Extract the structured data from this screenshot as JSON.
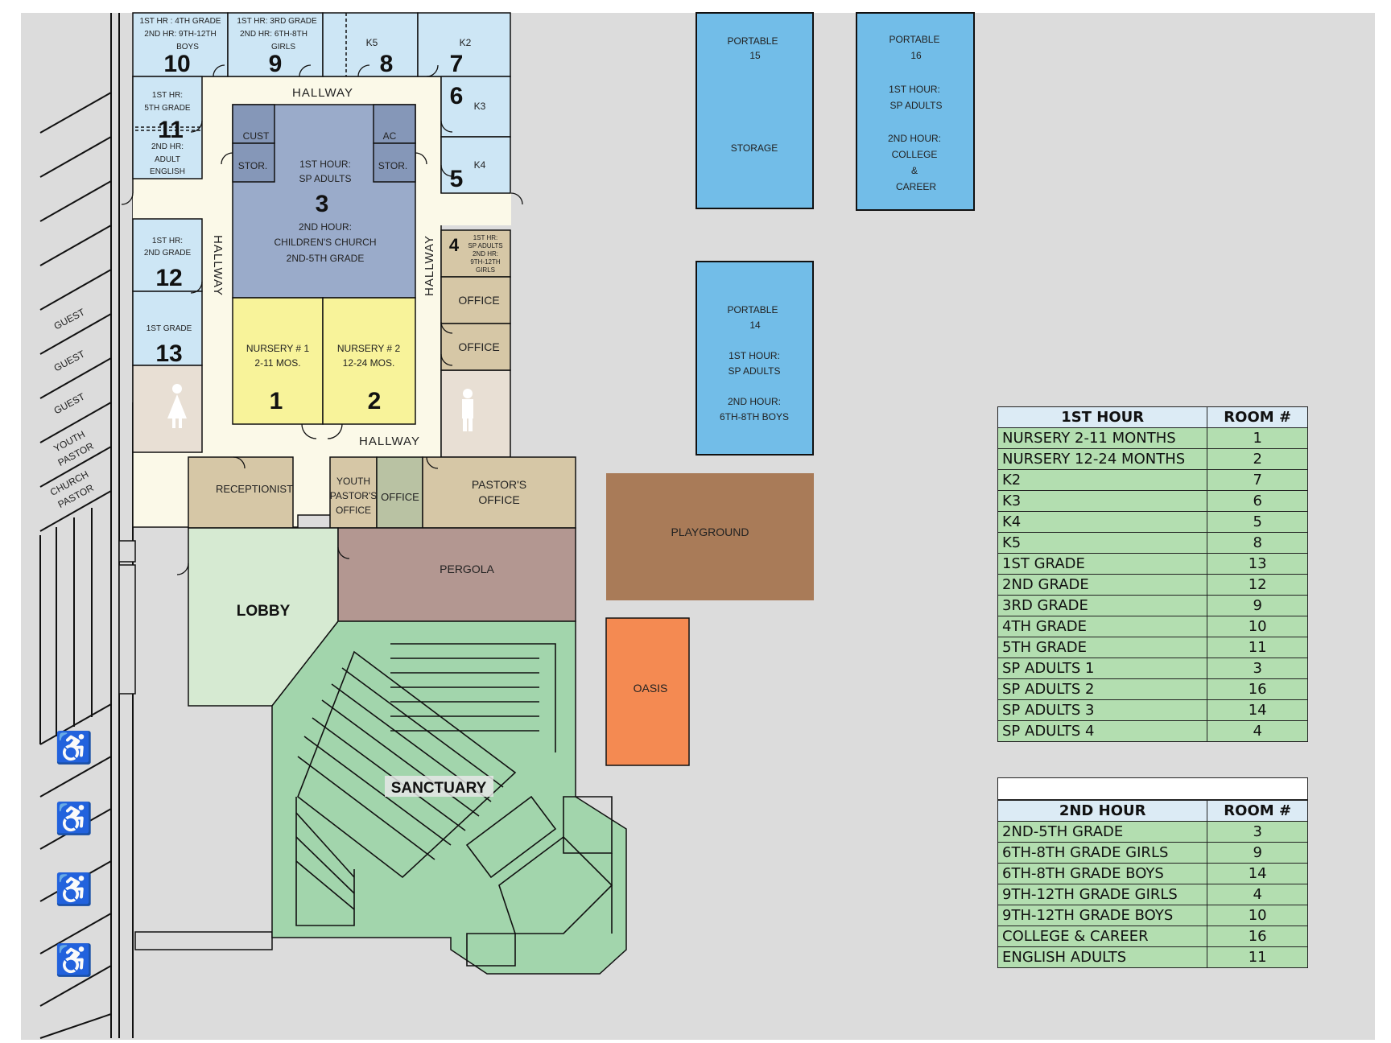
{
  "rooms": {
    "r10": {
      "l1": "1ST HR : 4TH GRADE",
      "l2": "2ND HR: 9TH-12TH",
      "l3": "BOYS",
      "num": "10"
    },
    "r9": {
      "l1": "1ST HR: 3RD GRADE",
      "l2": "2ND HR: 6TH-8TH",
      "l3": "GIRLS",
      "num": "9"
    },
    "r8": {
      "l1": "K5",
      "num": "8"
    },
    "r7": {
      "l1": "K2",
      "num": "7"
    },
    "r6": {
      "l1": "K3",
      "num": "6"
    },
    "r5": {
      "l1": "K4",
      "num": "5"
    },
    "r11": {
      "l1": "1ST HR:",
      "l2": "5TH GRADE",
      "l3": "2ND HR:",
      "l4": "ADULT",
      "l5": "ENGLISH",
      "num": "11"
    },
    "r12": {
      "l1": "1ST HR:",
      "l2": "2ND GRADE",
      "num": "12"
    },
    "r13": {
      "l1": "1ST GRADE",
      "num": "13"
    },
    "r3": {
      "l1": "1ST HOUR:",
      "l2": "SP ADULTS",
      "l3": "2ND HOUR:",
      "l4": "CHILDREN'S CHURCH",
      "l5": "2ND-5TH GRADE",
      "num": "3"
    },
    "cust": "CUST",
    "ac": "AC",
    "stor": "STOR.",
    "r1": {
      "l1": "NURSERY # 1",
      "l2": "2-11 MOS.",
      "num": "1"
    },
    "r2": {
      "l1": "NURSERY # 2",
      "l2": "12-24 MOS.",
      "num": "2"
    },
    "r4": {
      "l1": "1ST HR:",
      "l2": "SP ADULTS",
      "l3": "2ND HR:",
      "l4": "9TH-12TH",
      "l5": "GIRLS",
      "num": "4"
    },
    "office": "OFFICE",
    "receptionist": "RECEPTIONIST",
    "youth_office": {
      "l1": "YOUTH",
      "l2": "PASTOR'S",
      "l3": "OFFICE"
    },
    "pastor_office": {
      "l1": "PASTOR'S",
      "l2": "OFFICE"
    },
    "lobby": "LOBBY",
    "pergola": "PERGOLA",
    "sanctuary": "SANCTUARY",
    "hallway": "HALLWAY",
    "playground": "PLAYGROUND",
    "oasis": "OASIS",
    "p15": {
      "l1": "PORTABLE",
      "l2": "15",
      "l3": "STORAGE"
    },
    "p16": {
      "l1": "PORTABLE",
      "l2": "16",
      "l3": "1ST HOUR:",
      "l4": "SP ADULTS",
      "l5": "2ND HOUR:",
      "l6": "COLLEGE",
      "l7": "&",
      "l8": "CAREER"
    },
    "p14": {
      "l1": "PORTABLE",
      "l2": "14",
      "l3": "1ST HOUR:",
      "l4": "SP ADULTS",
      "l5": "2ND HOUR:",
      "l6": "6TH-8TH BOYS"
    }
  },
  "parking": {
    "guest": "GUEST",
    "youth_pastor": {
      "l1": "YOUTH",
      "l2": "PASTOR"
    },
    "church_pastor": {
      "l1": "CHURCH",
      "l2": "PASTOR"
    }
  },
  "legend_first": {
    "header": {
      "name": "1ST HOUR",
      "room": "ROOM #"
    },
    "rows": [
      {
        "name": "NURSERY 2-11 MONTHS",
        "room": "1"
      },
      {
        "name": "NURSERY 12-24 MONTHS",
        "room": "2"
      },
      {
        "name": "K2",
        "room": "7"
      },
      {
        "name": "K3",
        "room": "6"
      },
      {
        "name": "K4",
        "room": "5"
      },
      {
        "name": "K5",
        "room": "8"
      },
      {
        "name": "1ST GRADE",
        "room": "13"
      },
      {
        "name": "2ND GRADE",
        "room": "12"
      },
      {
        "name": "3RD GRADE",
        "room": "9"
      },
      {
        "name": "4TH GRADE",
        "room": "10"
      },
      {
        "name": "5TH GRADE",
        "room": "11"
      },
      {
        "name": "SP ADULTS 1",
        "room": "3"
      },
      {
        "name": "SP ADULTS 2",
        "room": "16"
      },
      {
        "name": "SP ADULTS 3",
        "room": "14"
      },
      {
        "name": "SP ADULTS 4",
        "room": "4"
      }
    ]
  },
  "legend_second": {
    "header": {
      "name": "2ND HOUR",
      "room": "ROOM #"
    },
    "rows": [
      {
        "name": "2ND-5TH GRADE",
        "room": "3"
      },
      {
        "name": "6TH-8TH GRADE GIRLS",
        "room": "9"
      },
      {
        "name": "6TH-8TH GRADE BOYS",
        "room": "14"
      },
      {
        "name": "9TH-12TH GRADE GIRLS",
        "room": "4"
      },
      {
        "name": "9TH-12TH GRADE BOYS",
        "room": "10"
      },
      {
        "name": "COLLEGE & CAREER",
        "room": "16"
      },
      {
        "name": "ENGLISH ADULTS",
        "room": "11"
      }
    ]
  },
  "colors": {
    "ground": "#dcdcdc",
    "classroom": "#cde6f5",
    "portable": "#72bde8",
    "central": "#9aabca",
    "nursery": "#f8f39a",
    "office": "#d6c7a6",
    "hallway": "#fbf9e8",
    "lobby": "#d6ead2",
    "pergola": "#b39791",
    "sanctuary": "#a2d5ac",
    "playground": "#a97b58",
    "oasis": "#f48a52",
    "legend_header": "#dcebf5",
    "legend_row": "#b3deb0"
  }
}
